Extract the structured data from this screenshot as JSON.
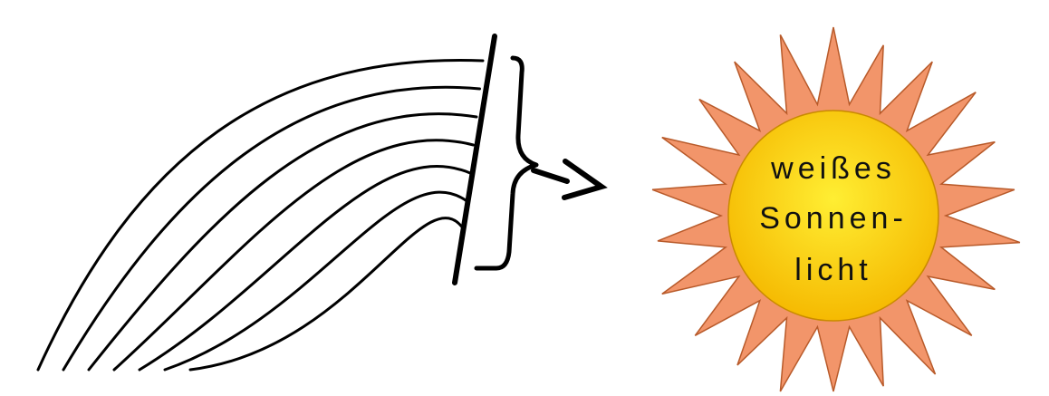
{
  "sun": {
    "label_lines": [
      "weißes",
      "Sonnen-",
      "licht"
    ],
    "ray_color": "#f2956a",
    "ray_stroke": "#b85a2a",
    "disc_color_center": "#ffee33",
    "disc_color_edge": "#f5b800",
    "disc_stroke": "#c98a00"
  },
  "line_color": "#000000"
}
